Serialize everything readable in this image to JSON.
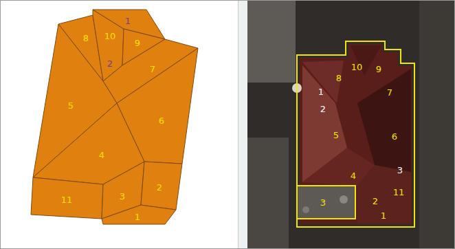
{
  "diagram": {
    "labels": [
      "1",
      "10",
      "9",
      "8",
      "2",
      "7",
      "5",
      "6",
      "4",
      "11",
      "3",
      "2",
      "1",
      "8",
      "10",
      "9",
      "7",
      "1",
      "2",
      "5",
      "6",
      "3",
      "4",
      "11",
      "3",
      "2",
      "1"
    ]
  }
}
